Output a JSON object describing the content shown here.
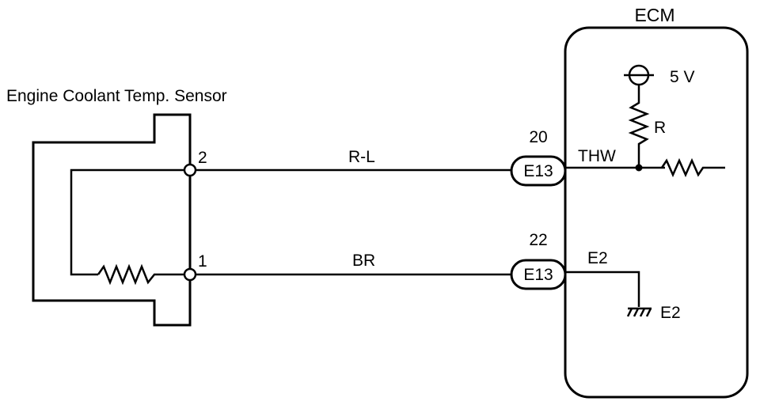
{
  "sensor": {
    "title": "Engine Coolant Temp. Sensor",
    "pin_top": "2",
    "pin_bottom": "1"
  },
  "wires": {
    "top_color": "R-L",
    "bottom_color": "BR"
  },
  "connectors": {
    "top": {
      "pin": "20",
      "id": "E13"
    },
    "bottom": {
      "pin": "22",
      "id": "E13"
    }
  },
  "ecm": {
    "title": "ECM",
    "supply": "5 V",
    "resistor": "R",
    "signal_terminal": "THW",
    "ground_terminal": "E2",
    "ground_label": "E2"
  }
}
